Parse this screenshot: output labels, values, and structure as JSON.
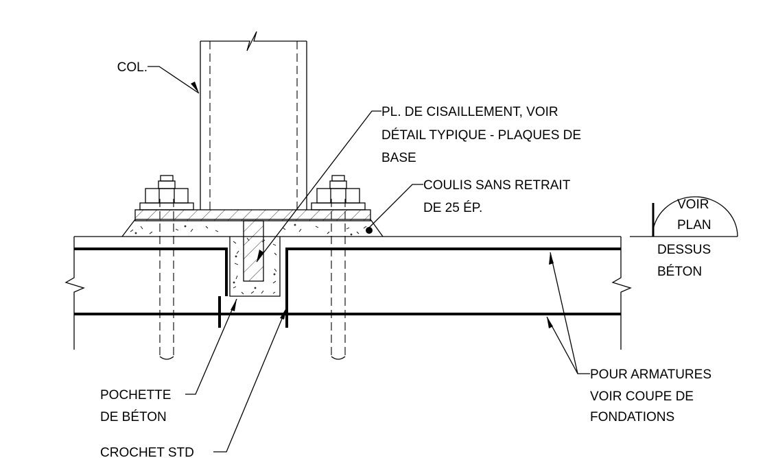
{
  "labels": {
    "col": "COL.",
    "shear_plate": [
      "PL. DE CISAILLEMENT, VOIR",
      "DÉTAIL TYPIQUE - PLAQUES  DE",
      "BASE"
    ],
    "grout": [
      "COULIS SANS  RETRAIT",
      "DE 25 ÉP."
    ],
    "see_plan": [
      "VOIR",
      "PLAN",
      "DESSUS",
      "BÉTON"
    ],
    "pocket": [
      "POCHETTE",
      "DE BÉTON"
    ],
    "hook": "CROCHET STD",
    "rebar": [
      "POUR ARMATURES",
      "VOIR COUPE DE",
      "FONDATIONS"
    ]
  }
}
